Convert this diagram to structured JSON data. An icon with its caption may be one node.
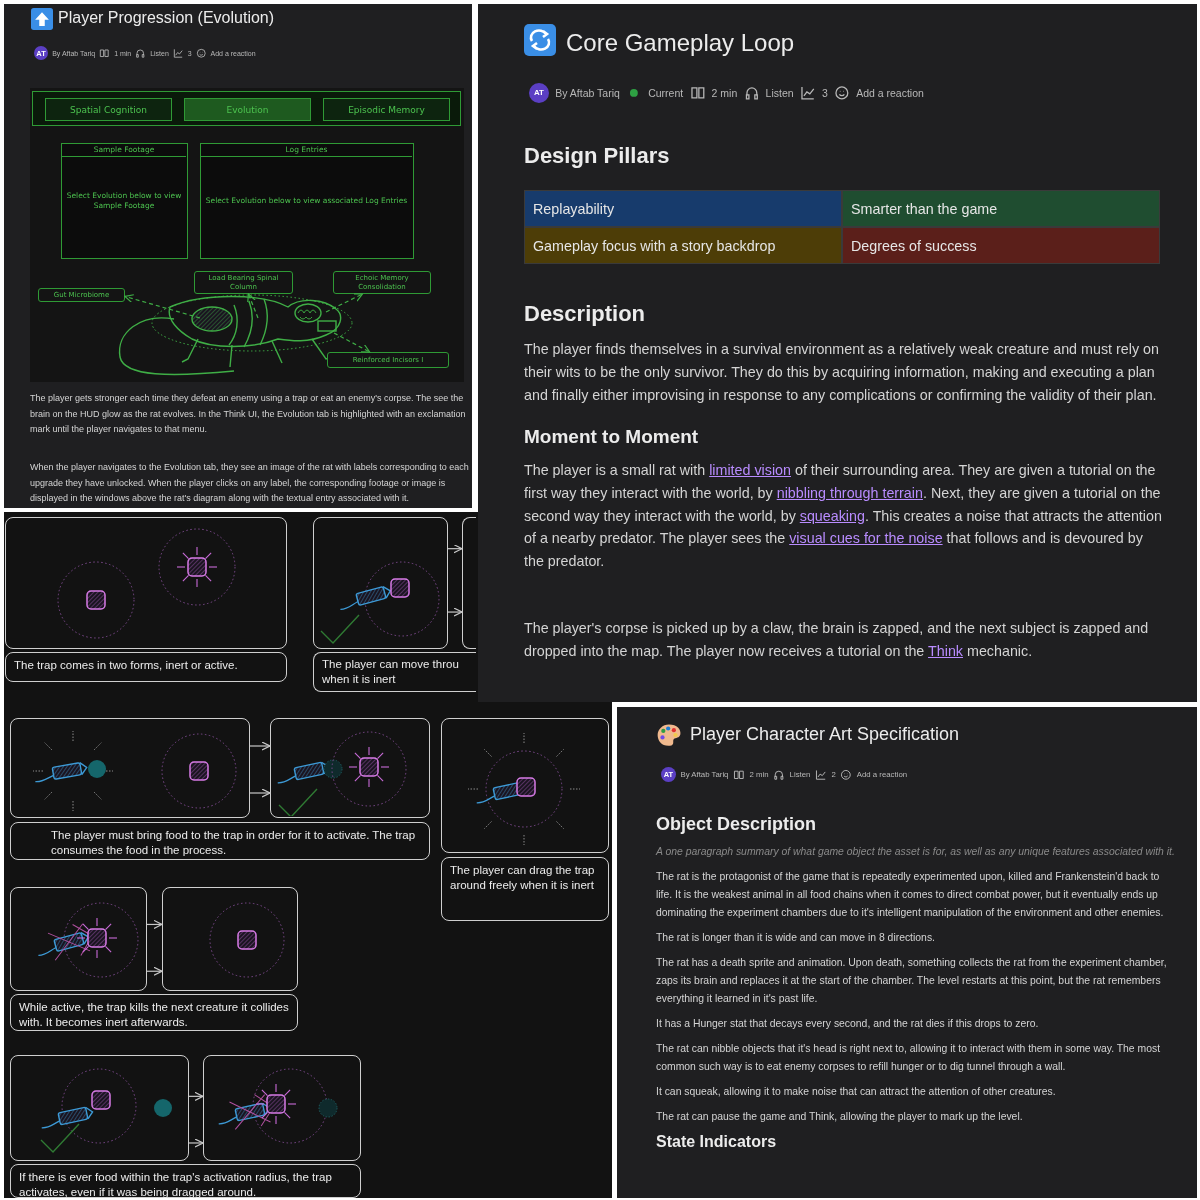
{
  "diagram": {
    "nodes": [
      {
        "text": [],
        "shape": "box"
      },
      {
        "text": [
          "Spatial Cognition"
        ],
        "in": 0
      },
      {
        "text": [
          "Evolution"
        ],
        "in": 0
      },
      {
        "text": [
          "Episodic Memory"
        ],
        "in": 0
      },
      {
        "text": [
          "Sample Footage",
          "Select Evolution below to view Sample Footage"
        ]
      },
      {
        "text": [
          "Log Entries",
          "Select Evolution below to view associated Log Entries"
        ]
      },
      {
        "text": [
          "Gut Microbiome"
        ]
      },
      {
        "text": [
          "Load Bearing Spinal Column"
        ]
      },
      {
        "text": [
          "Echoic Memory Consolidation"
        ]
      },
      {
        "text": [
          "Reinforced Incisors I"
        ]
      },
      {
        "text": [],
        "shape": "box"
      },
      {
        "text": [],
        "shape": "box"
      },
      {
        "text": [],
        "shape": "box"
      },
      {
        "text": [
          "The trap comes in two forms, inert or active."
        ]
      },
      {
        "text": [
          "The player can move throu",
          "when it is inert"
        ]
      },
      {
        "text": [],
        "shape": "box"
      },
      {
        "text": [],
        "shape": "box"
      },
      {
        "text": [
          "The player must bring food to the trap in order for it to activate. The trap consumes the food in the process."
        ]
      },
      {
        "text": [],
        "shape": "box"
      },
      {
        "text": [
          "The player can drag the trap around freely when it is inert"
        ]
      },
      {
        "text": [],
        "shape": "box"
      },
      {
        "text": [],
        "shape": "box"
      },
      {
        "text": [
          "While active, the trap kills the next creature it collides with. It becomes inert afterwards."
        ]
      },
      {
        "text": [],
        "shape": "box"
      },
      {
        "text": [],
        "shape": "box"
      },
      {
        "text": [
          "If there is ever food within the trap's activation radius, the trap activates, even if it was being dragged around."
        ]
      }
    ],
    "edges": [
      {
        "from": null,
        "to": 6,
        "arrow": "to",
        "style": "dashed",
        "color": "#3fae46"
      },
      {
        "from": null,
        "to": 7,
        "arrow": "to",
        "style": "dashed",
        "color": "#3fae46"
      },
      {
        "from": null,
        "to": 8,
        "arrow": "to",
        "style": "dashed",
        "color": "#3fae46"
      },
      {
        "from": null,
        "to": 9,
        "arrow": "to",
        "style": "dashed",
        "color": "#3fae46"
      },
      {
        "from": 11,
        "to": 12,
        "arrow": "to"
      },
      {
        "from": 11,
        "to": 12,
        "arrow": "to"
      },
      {
        "from": 15,
        "to": 16,
        "arrow": "to"
      },
      {
        "from": 15,
        "to": 16,
        "arrow": "to"
      },
      {
        "from": 20,
        "to": 21,
        "arrow": "to"
      },
      {
        "from": 20,
        "to": 21,
        "arrow": "to"
      },
      {
        "from": 23,
        "to": 24,
        "arrow": "to"
      },
      {
        "from": 23,
        "to": 24,
        "arrow": "to"
      }
    ],
    "labels": [
      "Player Progression (Evolution)",
      "AT",
      "By Aftab Tariq",
      "1 min",
      "Listen",
      "3",
      "Add a reaction",
      "The player gets stronger each time they defeat an enemy using a trap or eat an enemy's corpse. The see the brain on the HUD glow as the rat evolves. In the Think UI, the Evolution tab is highlighted with an exclamation mark until the player navigates to that menu.",
      "When the player navigates to the Evolution tab, they see an image of the rat with labels corresponding to each upgrade they have unlocked. When the player clicks on any label, the corresponding footage or image is displayed in the windows above the rat's diagram along with the textual entry associated with it.",
      "Core Gameplay Loop",
      "AT",
      "By Aftab Tariq",
      "Current",
      "2 min",
      "Listen",
      "3",
      "Add a reaction",
      "Design Pillars",
      "Replayability",
      "Smarter than the game",
      "Gameplay focus with a story backdrop",
      "Degrees of success",
      "Description",
      "The player finds themselves in a survival environment as a relatively weak creature and must rely on their wits to be the only survivor. They do this by acquiring information, making and executing a plan and finally either improvising in response to any complications or confirming the validity of their plan.",
      "Moment to Moment",
      "The player is a small rat with",
      "limited vision",
      "of their surrounding area. They are given a tutorial on the first way they interact with the world, by",
      "nibbling through terrain",
      ". Next, they are given a tutorial on the second way they interact with the world, by",
      "squeaking",
      ". This creates a noise that attracts the attention of a nearby predator. The player sees the",
      "visual cues for the noise",
      "that follows and is devoured by the predator.",
      "The player's corpse is picked up by a claw, the brain is zapped, and the next subject is zapped and dropped into the map. The player now receives a tutorial on the",
      "Think",
      "mechanic.",
      "Player Character Art Specification",
      "AT",
      "By Aftab Tariq",
      "2 min",
      "Listen",
      "2",
      "Add a reaction",
      "Object Description",
      "A one paragraph summary of what game object the asset is for, as well as any unique features associated with it.",
      "The rat is the protagonist of the game that is repeatedly experimented upon, killed and Frankenstein'd back to life. It is the weakest animal in all food chains when it comes to direct combat power, but it eventually ends up dominating the experiment chambers due to it's intelligent manipulation of the environment and other enemies.",
      "The rat is longer than it is wide and can move in 8 directions.",
      "The rat has a death sprite and animation. Upon death, something collects the rat from the experiment chamber, zaps its brain and replaces it at the start of the chamber. The level restarts at this point, but the rat remembers everything it learned in it's past life.",
      "It has a Hunger stat that decays every second, and the rat dies if this drops to zero.",
      "The rat can nibble objects that it's head is right next to, allowing it to interact with them in some way. The most common such way is to eat enemy corpses to refill hunger or to dig tunnel through a wall.",
      "It can squeak, allowing it to make noise that can attract the attention of other creatures.",
      "The rat can pause the game and Think, allowing the player to mark up the level.",
      "State Indicators"
    ]
  }
}
